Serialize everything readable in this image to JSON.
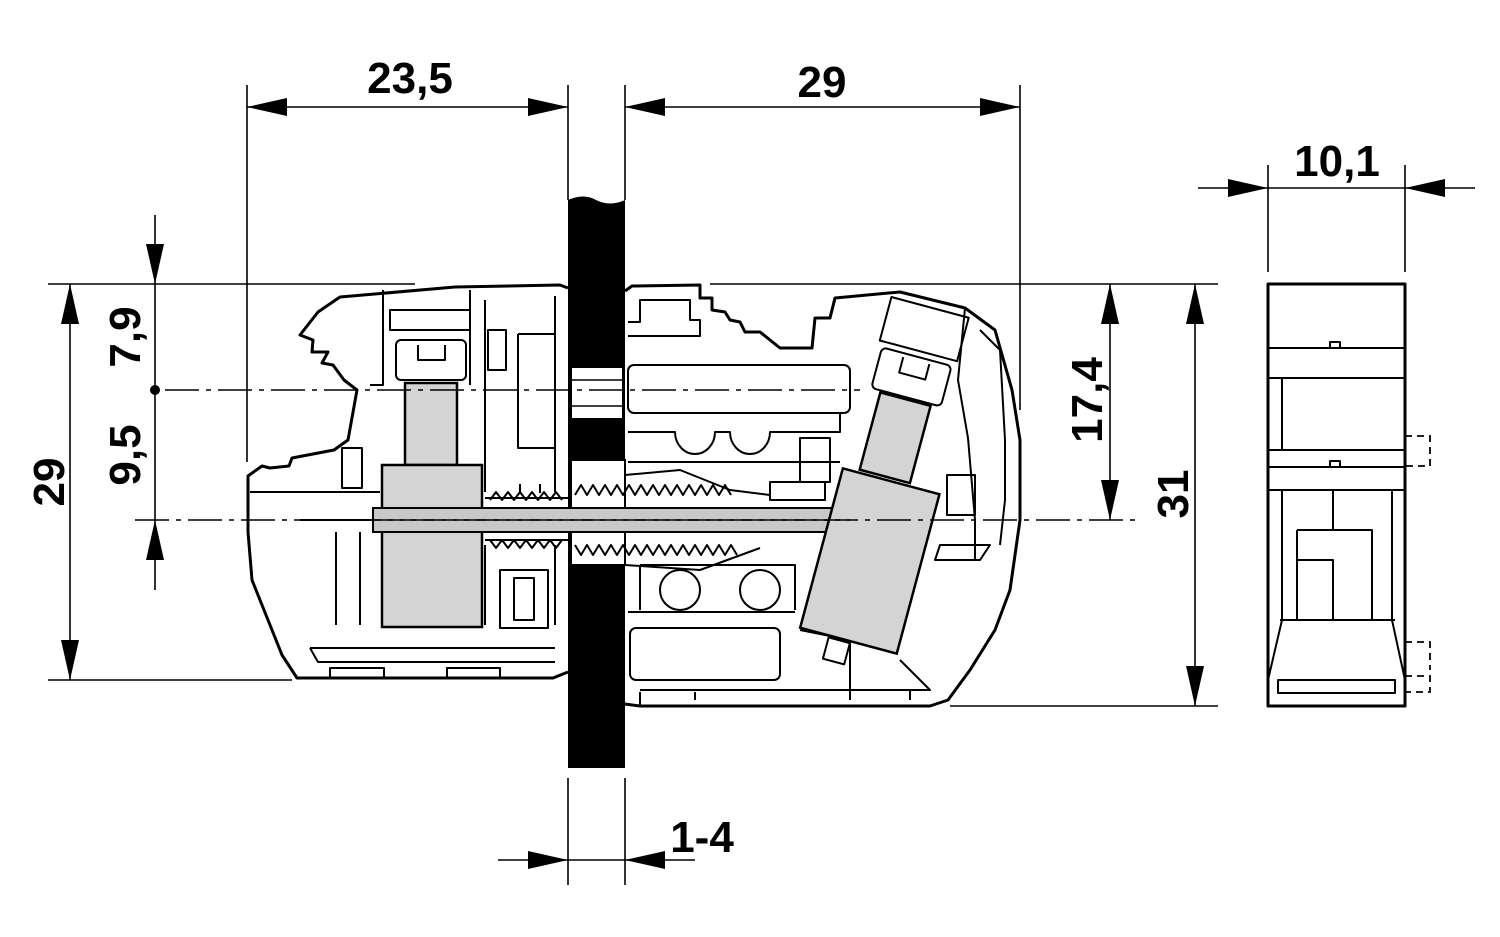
{
  "dimensions": {
    "width_left": "23,5",
    "width_right": "29",
    "side_width": "10,1",
    "top_offset": "7,9",
    "mid_offset": "9,5",
    "total_height_left": "29",
    "right_height_upper": "17,4",
    "total_height_right": "31",
    "panel_thickness": "1-4"
  }
}
